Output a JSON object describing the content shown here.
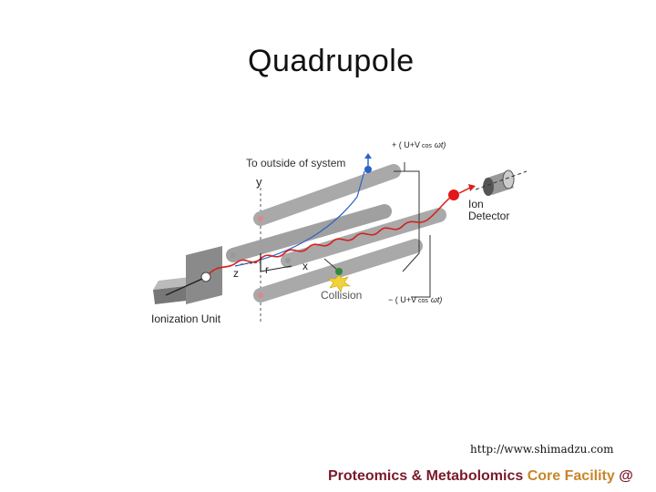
{
  "slide": {
    "title": "Quadrupole",
    "source_url": "http://www.shimadzu.com",
    "footer": {
      "part1": "Proteomics & Metabolomics ",
      "part2": "Core Facility",
      "part3": " @"
    }
  },
  "diagram": {
    "labels": {
      "top_voltage": "+ ( U+V",
      "top_cos": "cos",
      "top_omega": "ωt)",
      "bottom_voltage": "− ( U+V",
      "bottom_cos": "cos",
      "bottom_omega": "ωt)",
      "to_outside": "To outside of system",
      "ion": "Ion",
      "detector": "Detector",
      "ionization_unit": "Ionization Unit",
      "collision": "Collision",
      "axis_y": "y",
      "axis_x": "x",
      "axis_z": "z",
      "axis_r": "r"
    },
    "colors": {
      "rod": "#a9a9a9",
      "ion_path": "#d62020",
      "escape_path": "#2a62c8",
      "collision_ion": "#2f8a3a",
      "burst": "#f2d23a"
    }
  }
}
